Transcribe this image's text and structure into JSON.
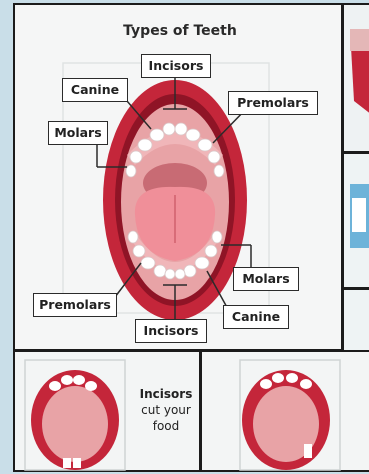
{
  "diagram": {
    "title": "Types of Teeth",
    "labels": {
      "incisors_top": "Incisors",
      "canine_left": "Canine",
      "premolars_right": "Premolars",
      "molars_left": "Molars",
      "molars_right": "Molars",
      "premolars_left": "Premolars",
      "canine_right": "Canine",
      "incisors_bottom": "Incisors"
    }
  },
  "cards": [
    {
      "title": "Incisors",
      "line1": "cut your",
      "line2": "food"
    }
  ],
  "colors": {
    "lip": "#c4263a",
    "mouth_inner": "#e8a3a6",
    "tongue": "#f08f99",
    "teeth": "#ffffff",
    "border": "#1b1b1b"
  }
}
